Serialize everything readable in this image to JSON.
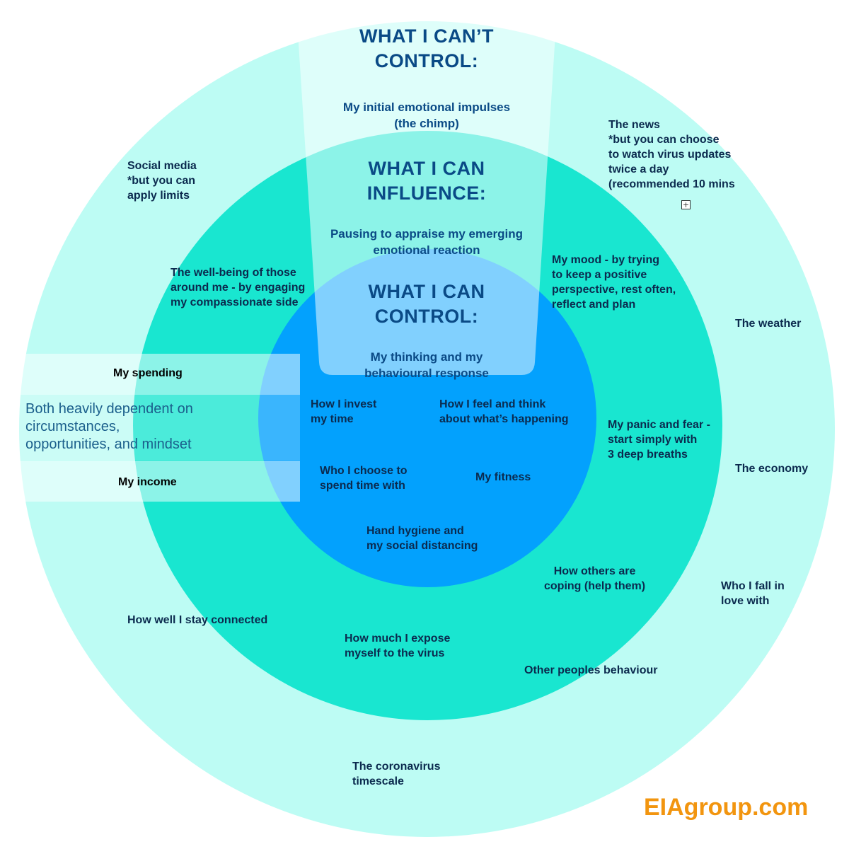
{
  "colors": {
    "outer_ring": "#bdfcf4",
    "middle_ring": "#19e6d0",
    "inner_circle": "#03a1fd",
    "heading_text": "#0a4a86",
    "body_text": "#0b2a4e",
    "brand": "#f2950f"
  },
  "headings": {
    "cant_control": {
      "title": "WHAT I CAN’T\nCONTROL:",
      "subtitle": "My initial emotional impulses\n(the chimp)"
    },
    "influence": {
      "title": "WHAT I CAN\nINFLUENCE:",
      "subtitle": "Pausing to appraise my emerging\nemotional reaction"
    },
    "control": {
      "title": "WHAT I CAN\nCONTROL:",
      "subtitle": "My thinking and my\nbehavioural response"
    }
  },
  "outer_items": {
    "social_media": "Social media\n*but you can\napply limits",
    "news": "The news\n*but you can choose\nto watch virus updates\ntwice a day\n(recommended 10 mins",
    "weather": "The weather",
    "economy": "The economy",
    "fall_in_love": "Who I fall in\nlove with",
    "others_behaviour": "Other peoples behaviour",
    "coronavirus_timescale": "The coronavirus\ntimescale",
    "stay_connected": "How well I stay connected"
  },
  "middle_items": {
    "wellbeing": "The well-being of those\naround me - by engaging\nmy compassionate side",
    "mood": "My mood - by trying\nto keep a positive\nperspective, rest often,\nreflect and plan",
    "panic": "My panic and fear -\n start simply with\n3 deep breaths",
    "others_coping": "How others are\ncoping (help them)",
    "expose_virus": "How much I expose\nmyself to the virus"
  },
  "inner_items": {
    "invest_time": "How I invest\nmy time",
    "feel_think": "How I feel and think\nabout what’s happening",
    "who_spend": "Who I choose to\nspend time with",
    "fitness": "My fitness",
    "hygiene": "Hand hygiene and\nmy social distancing"
  },
  "side": {
    "spending": "My spending",
    "income": "My income",
    "note": "Both heavily dependent on\ncircumstances,\nopportunities, and mindset"
  },
  "brand": "EIAgroup.com"
}
